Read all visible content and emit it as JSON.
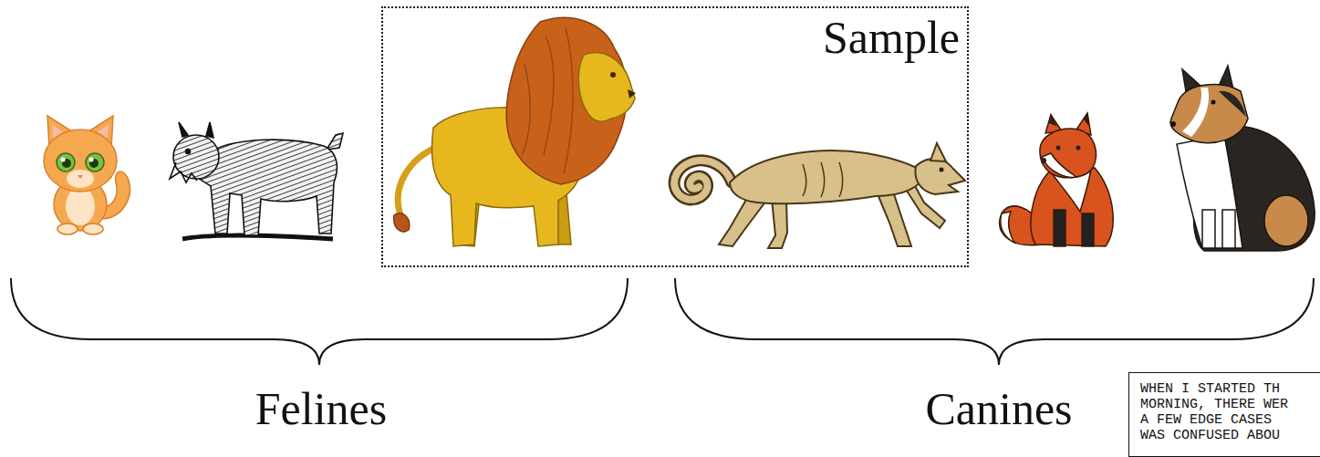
{
  "diagram": {
    "nodes": [
      {
        "text": [
          "Sample"
        ]
      },
      {
        "text": [
          "WHEN I STARTED TH MORNING, THERE WER A FEW EDGE CASES WAS CONFUSED ABOU"
        ]
      }
    ],
    "labels": [
      "Felines",
      "Canines"
    ]
  }
}
